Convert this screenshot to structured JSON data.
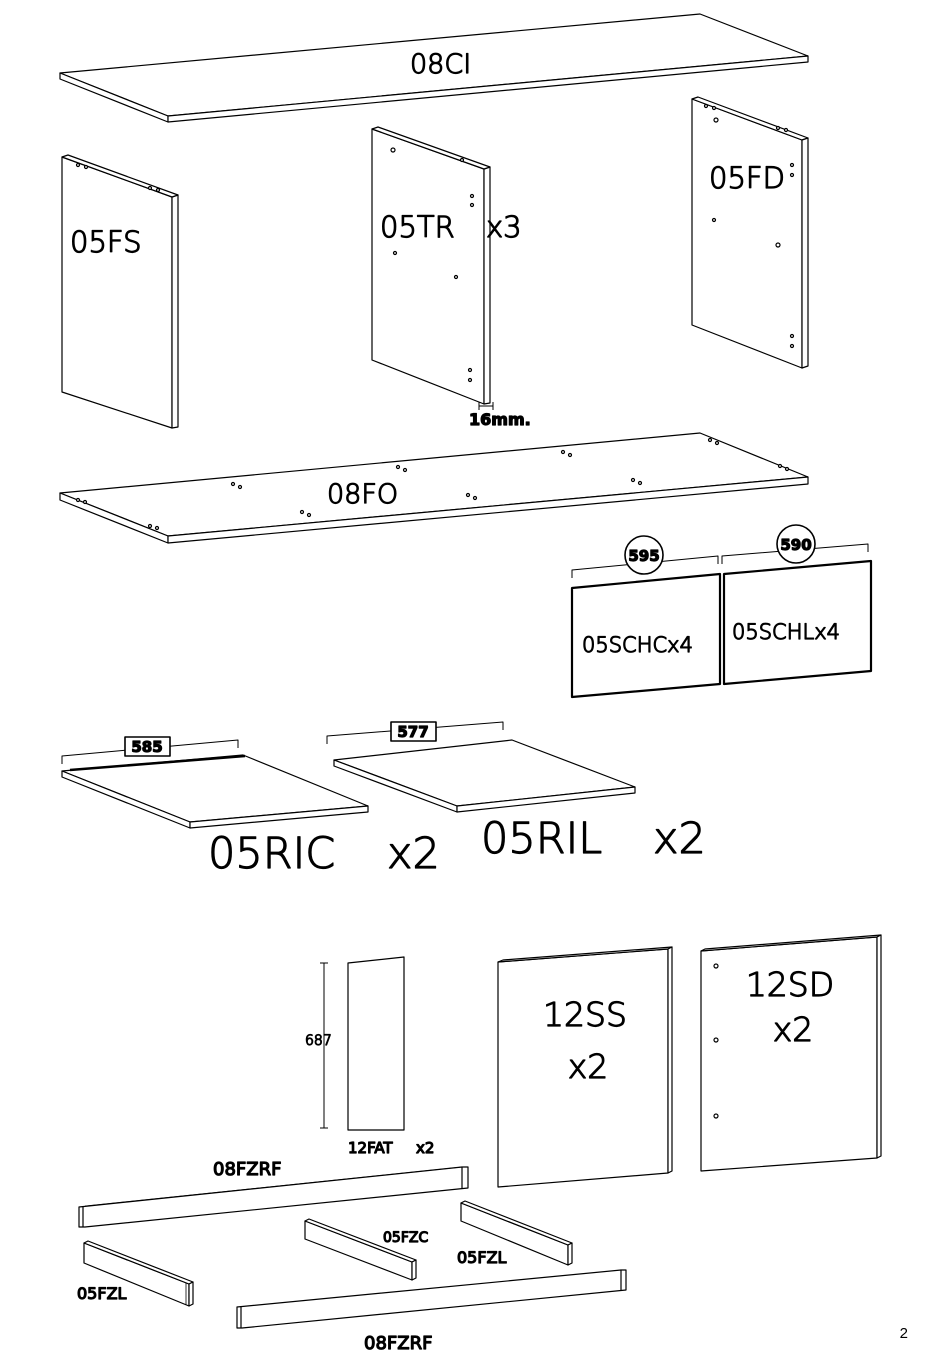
{
  "panels": {
    "top": {
      "code": "08CI"
    },
    "left_side": {
      "code": "05FS"
    },
    "partition": {
      "code": "05TR",
      "qty": "x3",
      "thickness": "16mm."
    },
    "right_side": {
      "code": "05FD"
    },
    "bottom": {
      "code": "08FO"
    }
  },
  "drawer_backs": [
    {
      "dim": "595",
      "code": "05SCHCx4"
    },
    {
      "dim": "590",
      "code": "05SCHLx4"
    }
  ],
  "shelves": [
    {
      "dim": "585",
      "code": "05RIC",
      "qty": "x2"
    },
    {
      "dim": "577",
      "code": "05RIL",
      "qty": "x2"
    }
  ],
  "strip": {
    "height": "687",
    "code": "12FAT",
    "qty": "x2"
  },
  "doors": [
    {
      "code": "12SS",
      "qty": "x2"
    },
    {
      "code": "12SD",
      "qty": "x2"
    }
  ],
  "plinth": {
    "front_top": "08FZRF",
    "center": "05FZC",
    "right": "05FZL",
    "left": "05FZL",
    "front_bottom": "08FZRF"
  },
  "page_number": "2"
}
